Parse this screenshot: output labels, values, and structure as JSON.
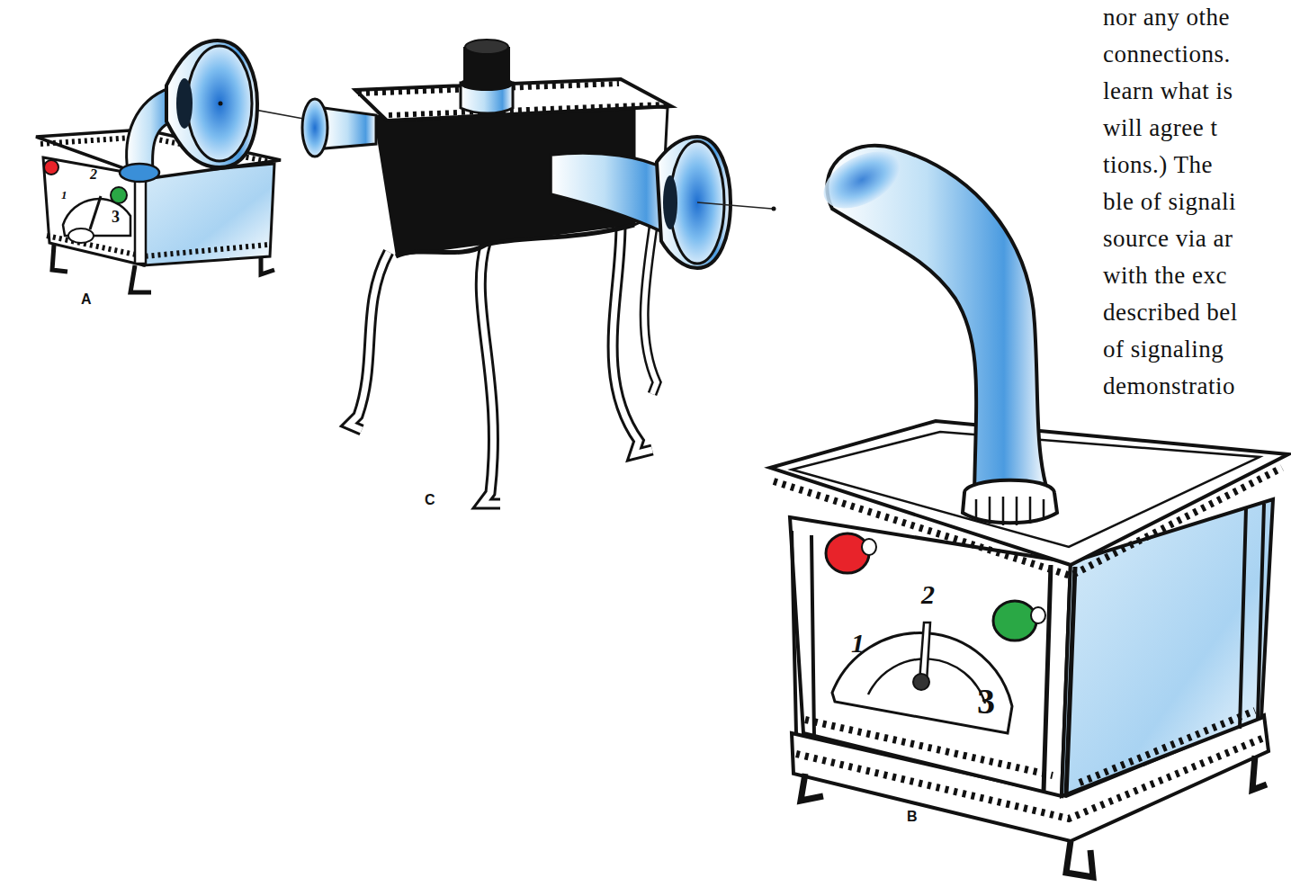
{
  "diagram": {
    "labels": [
      "A",
      "1",
      "2",
      "3",
      "C",
      "1",
      "2",
      "3",
      "B",
      "nor any othe",
      "connections.",
      "learn what is",
      "will agree t",
      "tions.) The",
      "ble of signali",
      "source via ar",
      "with the exc",
      "described bel",
      "of signaling",
      "demonstratio"
    ]
  }
}
